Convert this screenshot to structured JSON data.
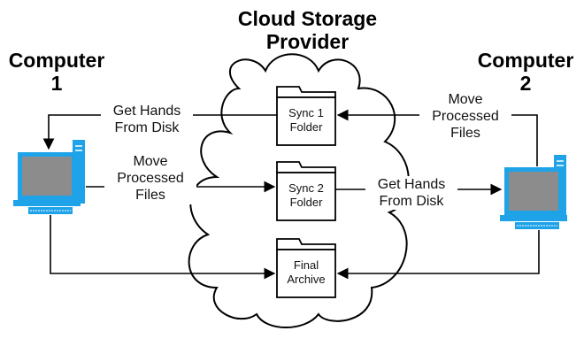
{
  "cloud": {
    "title": "Cloud Storage\nProvider"
  },
  "computers": {
    "left": {
      "title": "Computer\n1"
    },
    "right": {
      "title": "Computer\n2"
    }
  },
  "folders": {
    "sync1": {
      "label": "Sync 1\nFolder"
    },
    "sync2": {
      "label": "Sync 2\nFolder"
    },
    "archive": {
      "label": "Final\nArchive"
    }
  },
  "edges": {
    "c1_get": "Get Hands\nFrom Disk",
    "c1_move": "Move\nProcessed\nFiles",
    "c2_move": "Move\nProcessed\nFiles",
    "c2_get": "Get Hands\nFrom Disk"
  },
  "colors": {
    "monitor_blue": "#1fa3e8",
    "screen_gray": "#8c8c8c",
    "stroke": "#000000"
  }
}
